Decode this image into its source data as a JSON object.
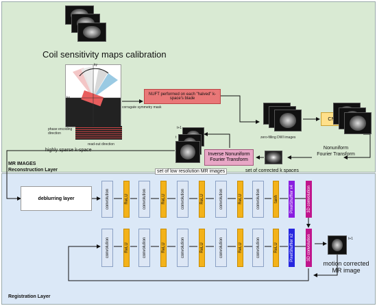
{
  "recon": {
    "coil_title": "Coil sensitivity maps calibration",
    "nuft_label": "NUFT performed on each \"halved\" k-space's blade",
    "corrugate_label": "corrugate symmetry mask",
    "axis_ky": "ky",
    "axis_kx": "kx",
    "phase_label": "phase encoding direction",
    "readout_label": "read-out direction",
    "sparse_label": "highly sparse k-space",
    "zero_fill_label": "zero-filling DWI images",
    "cnn_label": "CNN",
    "nufft_label": "Nonuniform Fourier Transform",
    "inufft_label": "Inverse Nonuniform Fourier Transform",
    "corrected_k_label": "set of corrected k spaces",
    "lowres_label": "set of low resolution MR images",
    "t1_label": "t+1",
    "t_label": "t",
    "section_title_1": "MR IMAGES",
    "section_title_2": "Reconstruction Layer"
  },
  "reg": {
    "deblur_label": "deblurring layer",
    "conv_label": "convolution",
    "relu_label": "ReLU",
    "tanh_label": "tanh",
    "pixelshuffle_x4": "PixelShuffler x4",
    "pixelshuffle_x2": "PixelShuffler x2",
    "conv3d_label": "3D convolution",
    "t1_label": "t+1",
    "motion_label_1": "motion corrected",
    "motion_label_2": "MR image",
    "section_title": "Registration Layer"
  },
  "colors": {
    "recon_bg": "#d9ead3",
    "reg_bg": "#dbe8f7",
    "relu": "#f3b21a",
    "nuft_red": "#e97777",
    "cnn_yellow": "#ffe08a",
    "inufft_pink": "#e8a7c6",
    "pixelshuffle_blue": "#2727e0",
    "pixelshuffle_purple": "#8a1ee0",
    "conv3d_magenta": "#c0158d"
  }
}
